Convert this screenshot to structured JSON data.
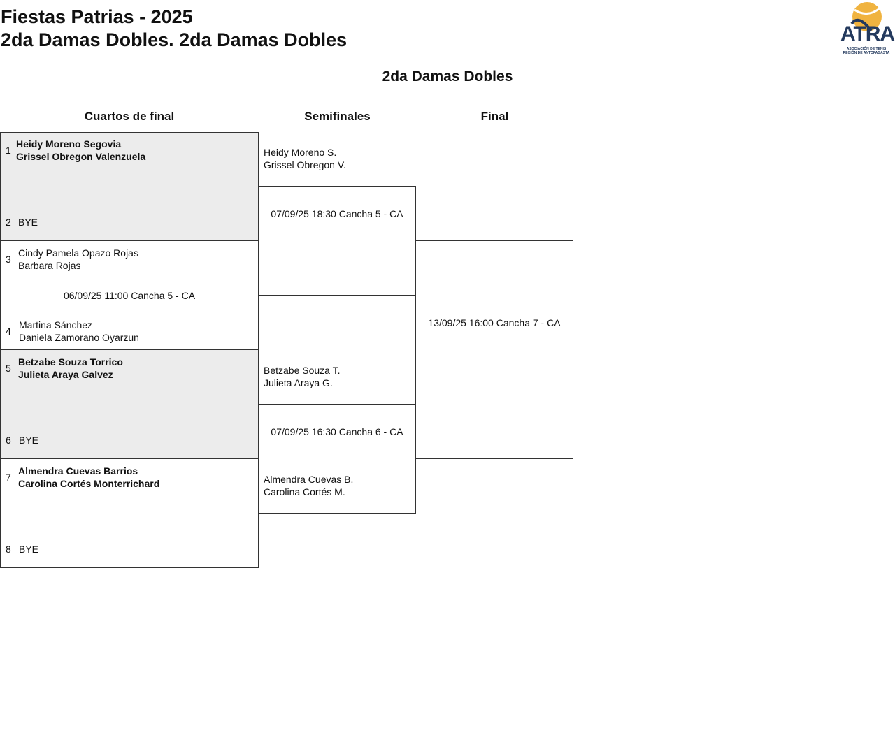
{
  "header": {
    "title": "Fiestas Patrias - 2025",
    "subtitle": "2da Damas Dobles. 2da Damas Dobles"
  },
  "logo": {
    "text": "ATRA",
    "tagline_1": "ASOCIACIÓN DE TENIS",
    "tagline_2": "REGIÓN DE ANTOFAGASTA",
    "colors": {
      "ball": "#f0b33f",
      "text": "#23395d"
    }
  },
  "draw_title": "2da Damas Dobles",
  "rounds": {
    "qf": "Cuartos de final",
    "sf": "Semifinales",
    "final": "Final"
  },
  "quarterfinals": {
    "slots": [
      {
        "seed": "1",
        "line1": "Heidy Moreno Segovia",
        "line2": "Grissel Obregon Valenzuela"
      },
      {
        "seed": "2",
        "line1": "BYE",
        "line2": ""
      },
      {
        "seed": "3",
        "line1": "Cindy Pamela Opazo Rojas",
        "line2": "Barbara Rojas"
      },
      {
        "seed": "4",
        "line1": "Martina Sánchez",
        "line2": "Daniela Zamorano Oyarzun"
      },
      {
        "seed": "5",
        "line1": "Betzabe Souza Torrico",
        "line2": "Julieta Araya Galvez"
      },
      {
        "seed": "6",
        "line1": "BYE",
        "line2": ""
      },
      {
        "seed": "7",
        "line1": "Almendra Cuevas Barrios",
        "line2": "Carolina Cortés Monterrichard"
      },
      {
        "seed": "8",
        "line1": "BYE",
        "line2": ""
      }
    ],
    "match2_schedule": "06/09/25 11:00 Cancha 5 - CA"
  },
  "semifinals": {
    "slots": [
      {
        "line1": "Heidy Moreno S.",
        "line2": "Grissel Obregon V."
      },
      {
        "line1": "Betzabe Souza T.",
        "line2": "Julieta Araya G."
      },
      {
        "line1": "Almendra Cuevas B.",
        "line2": "Carolina Cortés M."
      }
    ],
    "match1_schedule": "07/09/25 18:30 Cancha 5 - CA",
    "match2_schedule": "07/09/25 16:30 Cancha 6 - CA"
  },
  "final": {
    "schedule": "13/09/25 16:00 Cancha 7 - CA"
  }
}
